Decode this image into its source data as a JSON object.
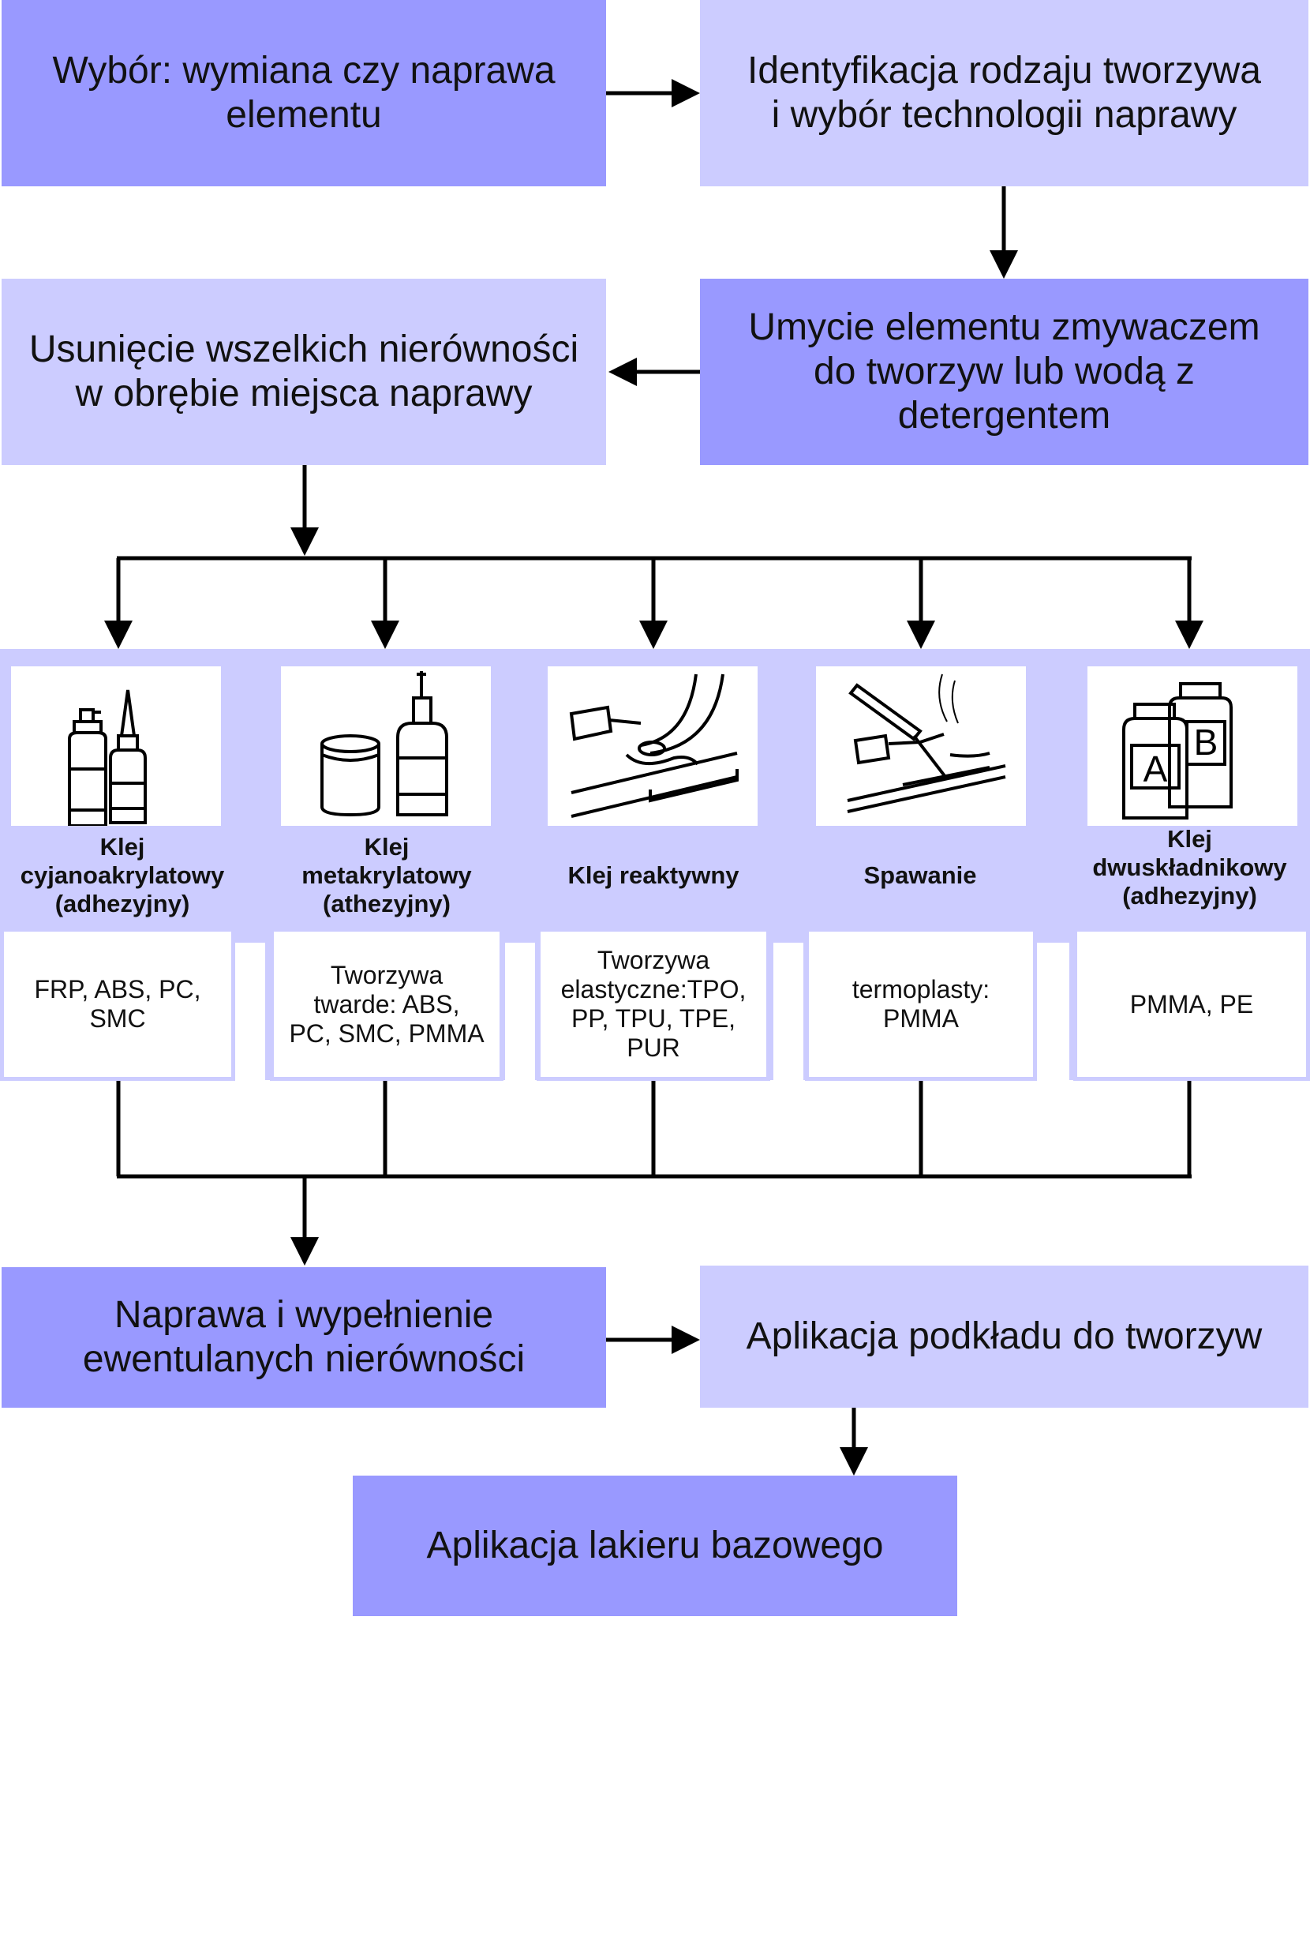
{
  "steps": {
    "choose": "Wybór: wymiana czy naprawa\nelementu",
    "identify": "Identyfikacja rodzaju tworzywa\ni wybór technologii naprawy",
    "wash": "Umycie elementu zmywaczem\ndo tworzyw lub wodą z\ndetergentem",
    "remove": "Usunięcie wszelkich nierówności\nw obrębie miejsca naprawy",
    "repair": "Naprawa i wypełnienie\newentulanych nierówności",
    "primer": "Aplikacja podkładu do tworzyw",
    "basecoat": "Aplikacja lakieru bazowego"
  },
  "methods": [
    {
      "label": "Klej\ncyjanoakrylatowy\n(adhezyjny)",
      "materials": "FRP, ABS, PC,\nSMC",
      "icon": "spray-bottles-icon"
    },
    {
      "label": "Klej\nmetakrylatowy\n(athezyjny)",
      "materials": "Tworzywa\ntwarde:  ABS,\nPC, SMC, PMMA",
      "icon": "jar-and-bottle-icon"
    },
    {
      "label": "Klej reaktywny",
      "materials": "Tworzywa\nelastyczne:TPO,\nPP, TPU, TPE,\nPUR",
      "icon": "applicator-gun-icon"
    },
    {
      "label": "Spawanie",
      "materials": "termoplasty:\nPMMA",
      "icon": "welding-tool-icon"
    },
    {
      "label": "Klej\ndwuskładnikowy\n(adhezyjny)",
      "materials": "PMMA, PE",
      "icon": "two-component-jars-icon",
      "jar_a": "A",
      "jar_b": "B"
    }
  ],
  "colors": {
    "dark_box": "#9999ff",
    "light_box": "#ccccff",
    "arrow": "#000000"
  }
}
